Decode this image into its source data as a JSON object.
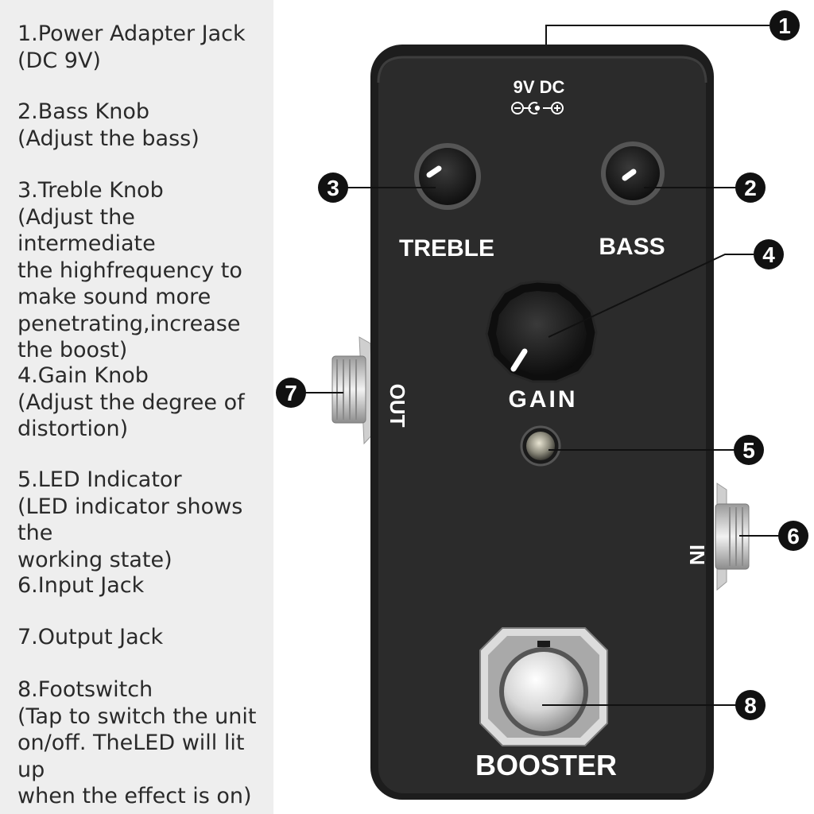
{
  "descriptions": [
    {
      "title": "1.Power Adapter Jack",
      "detail": "(DC 9V)"
    },
    {
      "title": "2.Bass Knob",
      "detail": "(Adjust the bass)"
    },
    {
      "title": "3.Treble Knob",
      "detail": "(Adjust the intermediate\nthe highfrequency to\nmake sound more\npenetrating,increase\nthe boost)"
    },
    {
      "title": "4.Gain Knob",
      "detail": "(Adjust the degree of\ndistortion)"
    },
    {
      "title": "5.LED Indicator",
      "detail": "(LED indicator shows the\nworking state)"
    },
    {
      "title": "6.Input Jack",
      "detail": ""
    },
    {
      "title": "7.Output Jack",
      "detail": ""
    },
    {
      "title": "8.Footswitch",
      "detail": "(Tap to switch the unit\non/off. TheLED will lit up\nwhen the effect is on)"
    }
  ],
  "pedal": {
    "power_label": "9V DC",
    "treble_label": "TREBLE",
    "bass_label": "BASS",
    "gain_label": "GAIN",
    "out_label": "OUT",
    "in_label": "IN",
    "name_label": "BOOSTER"
  },
  "callouts": [
    "1",
    "2",
    "3",
    "4",
    "5",
    "6",
    "7",
    "8"
  ],
  "colors": {
    "sidebar_bg": "#eeeeee",
    "pedal_body": "#2b2b2b",
    "badge": "#111111",
    "text": "#2a2a2a"
  }
}
